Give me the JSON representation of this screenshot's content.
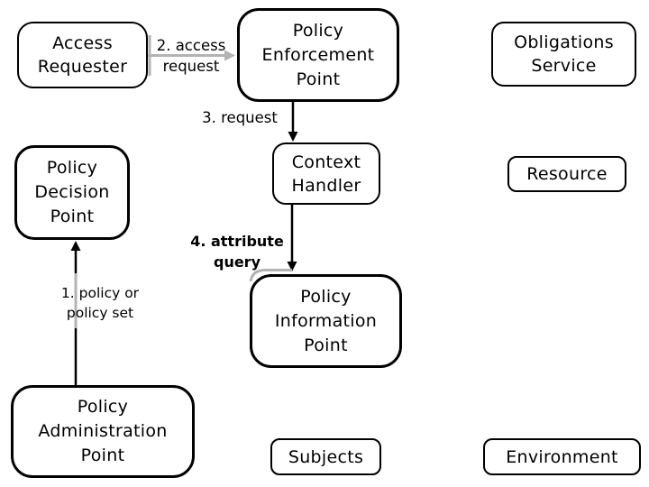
{
  "diagram": {
    "colors": {
      "background": "#ffffff",
      "box_fill": "#ffffff",
      "box_border": "#000000",
      "connector_black": "#000000",
      "connector_gray": "#b3b3b3"
    },
    "nodes": {
      "access_requester": {
        "lines": [
          "Access",
          "Requester"
        ]
      },
      "policy_enforcement_point": {
        "lines": [
          "Policy",
          "Enforcement",
          "Point"
        ]
      },
      "obligations_service": {
        "lines": [
          "Obligations",
          "Service"
        ]
      },
      "policy_decision_point": {
        "lines": [
          "Policy",
          "Decision",
          "Point"
        ]
      },
      "context_handler": {
        "lines": [
          "Context",
          "Handler"
        ]
      },
      "resource": {
        "lines": [
          "Resource"
        ]
      },
      "policy_information_point": {
        "lines": [
          "Policy",
          "Information",
          "Point"
        ]
      },
      "policy_administration_point": {
        "lines": [
          "Policy",
          "Administration",
          "Point"
        ]
      },
      "subjects": {
        "lines": [
          "Subjects"
        ]
      },
      "environment": {
        "lines": [
          "Environment"
        ]
      }
    },
    "edge_labels": {
      "access_request": {
        "lines": [
          "2. access",
          "request"
        ]
      },
      "request": {
        "lines": [
          "3. request"
        ]
      },
      "attribute_query": {
        "lines": [
          "4. attribute",
          "query"
        ]
      },
      "policy_or_policy_set": {
        "lines": [
          "1. policy or",
          "policy set"
        ]
      }
    }
  }
}
